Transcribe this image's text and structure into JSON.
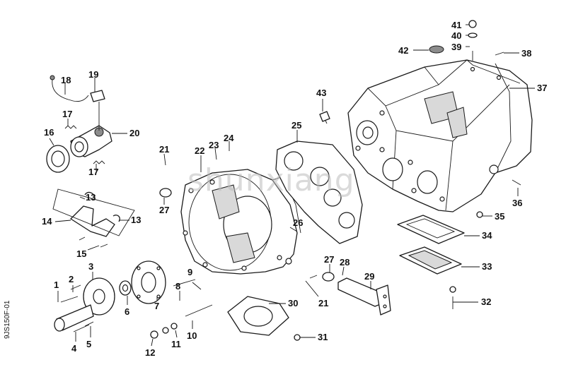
{
  "watermark": "shunxiang",
  "drawing_code": "9JS150F-01",
  "callouts": [
    "1",
    "2",
    "3",
    "4",
    "5",
    "6",
    "7",
    "8",
    "9",
    "10",
    "11",
    "12",
    "13",
    "13",
    "14",
    "15",
    "16",
    "17",
    "17",
    "18",
    "19",
    "20",
    "21",
    "21",
    "22",
    "23",
    "24",
    "25",
    "26",
    "27",
    "27",
    "28",
    "29",
    "30",
    "31",
    "32",
    "33",
    "34",
    "35",
    "36",
    "37",
    "38",
    "39",
    "40",
    "41",
    "42",
    "43"
  ]
}
